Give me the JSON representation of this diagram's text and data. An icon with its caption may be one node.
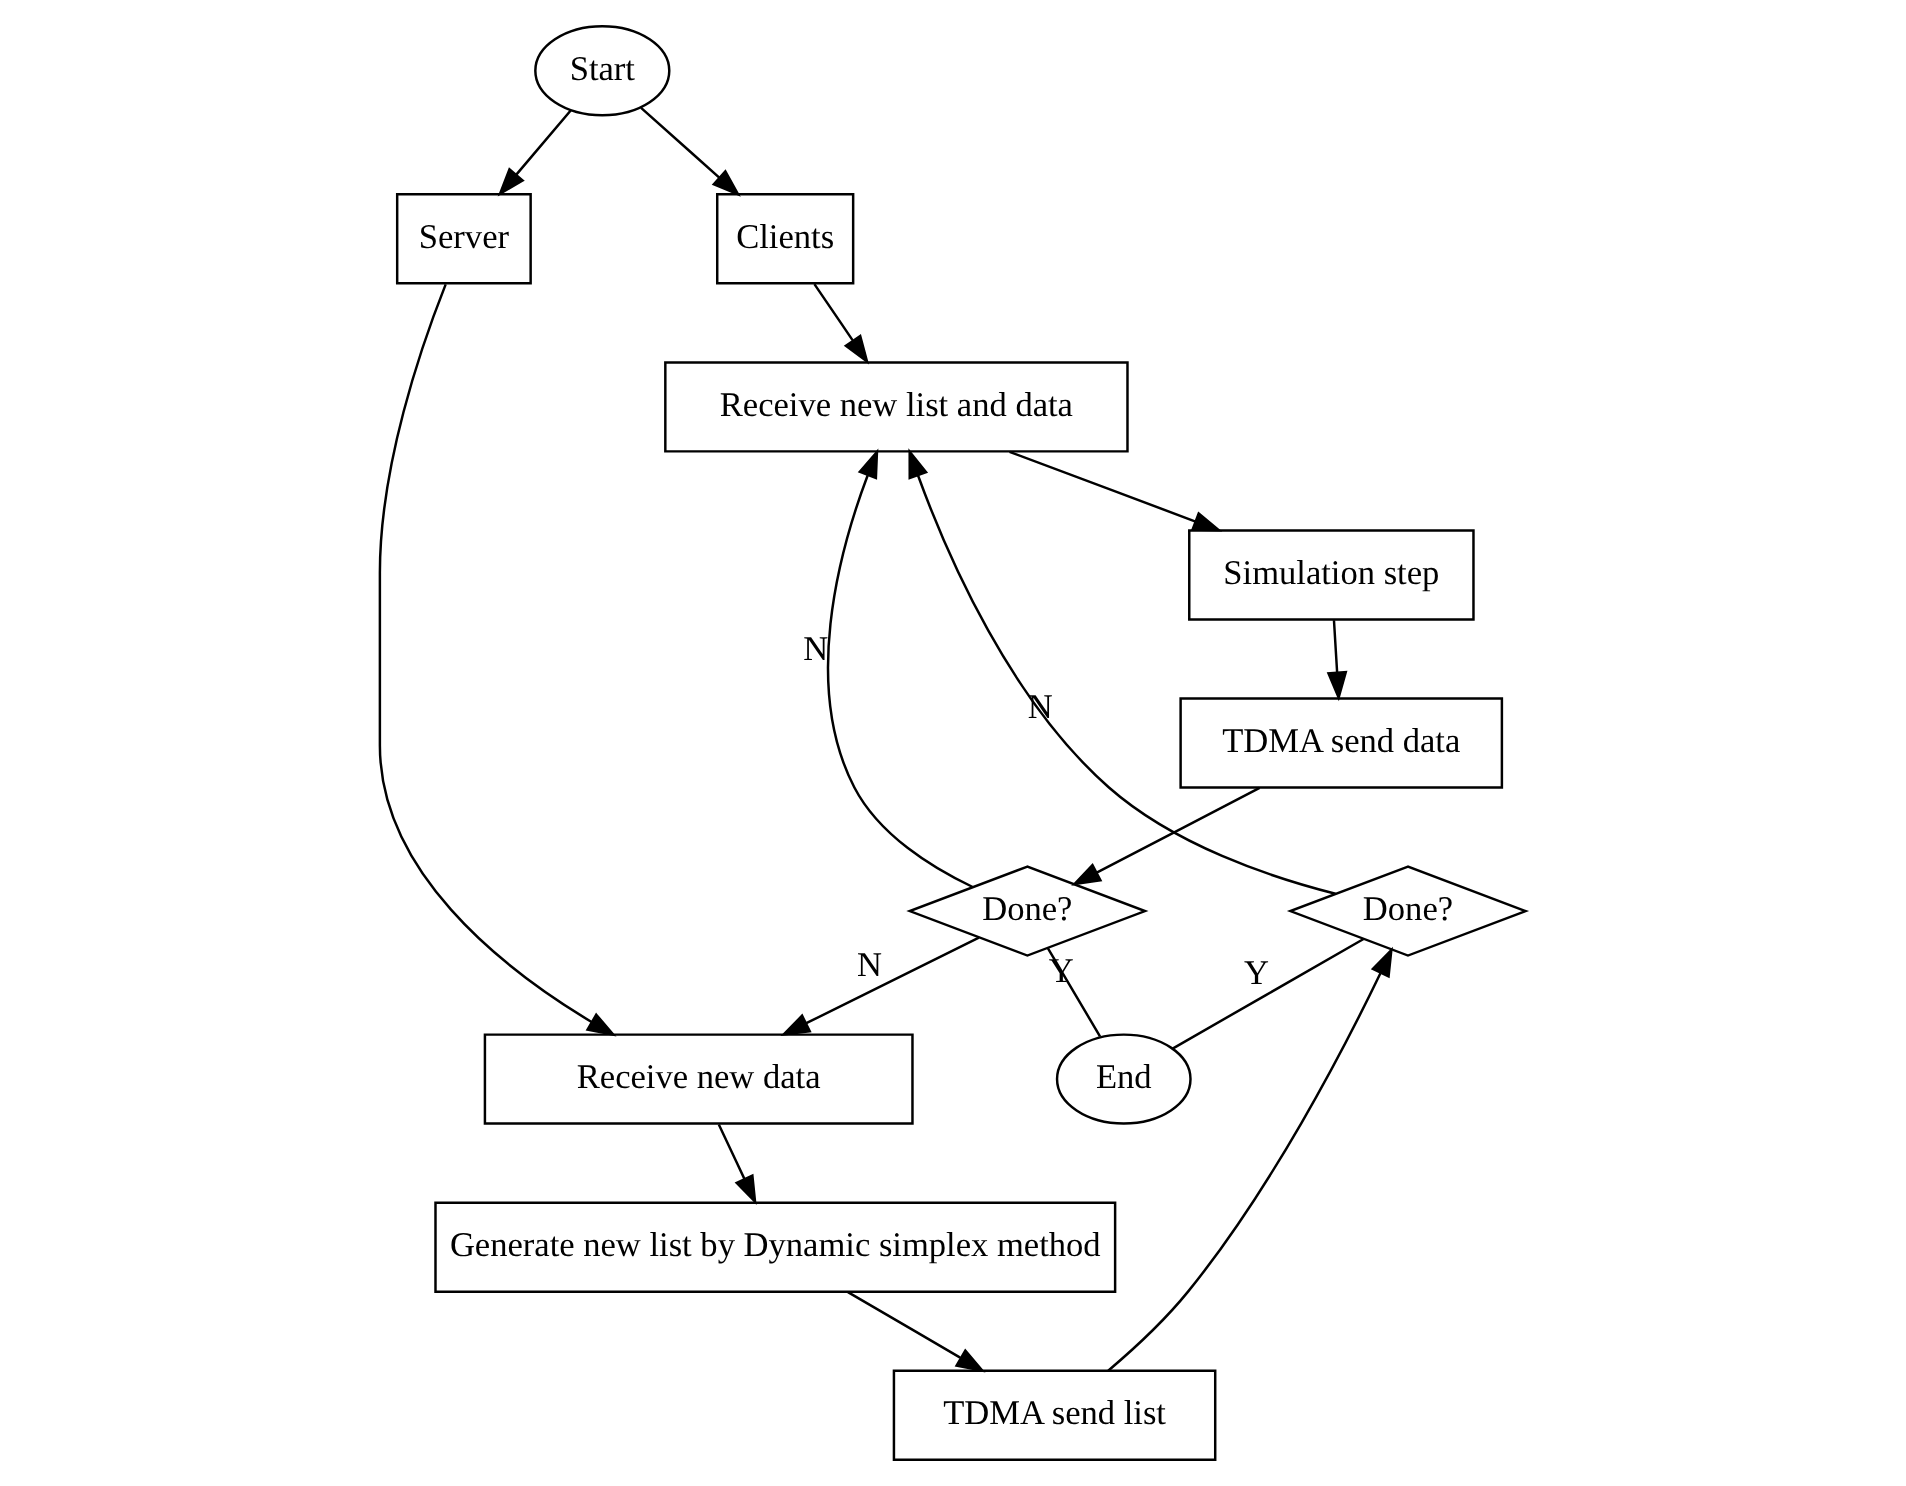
{
  "diagram": {
    "nodes": [
      {
        "text": [
          "Start"
        ]
      },
      {
        "text": [
          "Clients"
        ]
      },
      {
        "text": [
          "Server"
        ]
      },
      {
        "text": [
          "Receive new list and data"
        ]
      },
      {
        "text": [
          "Simulation step"
        ]
      },
      {
        "text": [
          "TDMA send data"
        ]
      },
      {
        "text": [
          "Done?"
        ]
      },
      {
        "text": [
          "Receive new data"
        ]
      },
      {
        "text": [
          "Generate new list by Dynamic simplex method"
        ]
      },
      {
        "text": [
          "TDMA send list"
        ]
      },
      {
        "text": [
          "Done?"
        ]
      },
      {
        "text": [
          "End"
        ]
      }
    ],
    "edges": [
      {
        "from": 0,
        "to": 1,
        "arrow": "to"
      },
      {
        "from": 0,
        "to": 2,
        "arrow": "to"
      },
      {
        "from": 1,
        "to": 3,
        "arrow": "to"
      },
      {
        "from": 2,
        "to": 7,
        "arrow": "to"
      },
      {
        "from": 3,
        "to": 4,
        "arrow": "to"
      },
      {
        "from": 4,
        "to": 5,
        "arrow": "to"
      },
      {
        "from": 5,
        "to": 6,
        "arrow": "to"
      },
      {
        "from": 6,
        "to": 3,
        "arrow": "to",
        "label": "N"
      },
      {
        "from": 6,
        "to": 7,
        "arrow": "to",
        "label": "N"
      },
      {
        "from": 7,
        "to": 8,
        "arrow": "to"
      },
      {
        "from": 8,
        "to": 9,
        "arrow": "to"
      },
      {
        "from": 9,
        "to": 10,
        "arrow": "to"
      },
      {
        "from": 10,
        "to": 3,
        "arrow": "to",
        "label": "N"
      },
      {
        "from": 6,
        "to": 11,
        "arrow": "none",
        "label": "Y"
      },
      {
        "from": 10,
        "to": 11,
        "arrow": "none",
        "label": "Y"
      }
    ]
  }
}
